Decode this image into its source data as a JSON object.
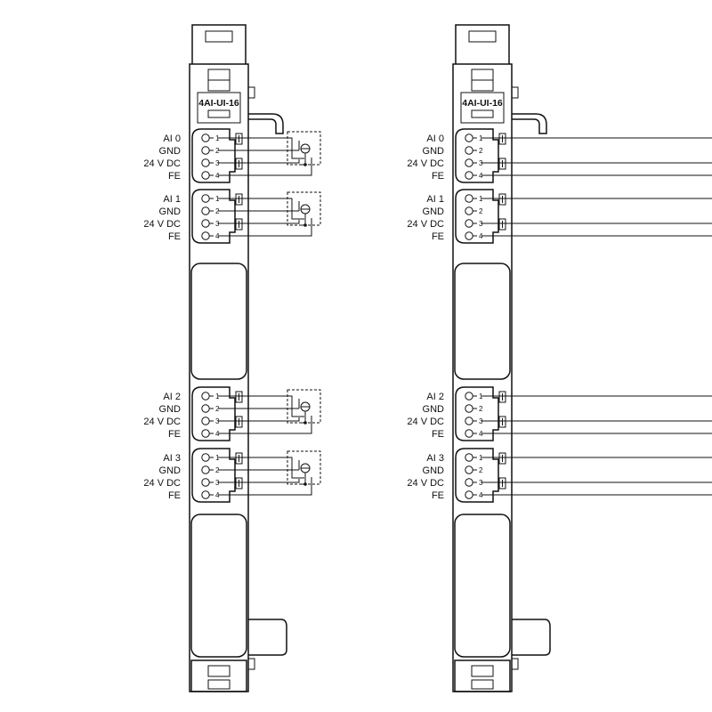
{
  "modules": [
    {
      "model": "4AI-UI-16",
      "variant": "voltage",
      "channels": [
        {
          "labels": [
            "AI 0",
            "GND",
            "24 V DC",
            "FE"
          ],
          "pins": [
            "1",
            "2",
            "3",
            "4"
          ]
        },
        {
          "labels": [
            "AI 1",
            "GND",
            "24 V DC",
            "FE"
          ],
          "pins": [
            "1",
            "2",
            "3",
            "4"
          ]
        },
        {
          "labels": [
            "AI 2",
            "GND",
            "24 V DC",
            "FE"
          ],
          "pins": [
            "1",
            "2",
            "3",
            "4"
          ]
        },
        {
          "labels": [
            "AI 3",
            "GND",
            "24 V DC",
            "FE"
          ],
          "pins": [
            "1",
            "2",
            "3",
            "4"
          ]
        }
      ]
    },
    {
      "model": "4AI-UI-16",
      "variant": "current",
      "channels": [
        {
          "labels": [
            "AI 0",
            "GND",
            "24 V DC",
            "FE"
          ],
          "pins": [
            "1",
            "2",
            "3",
            "4"
          ]
        },
        {
          "labels": [
            "AI 1",
            "GND",
            "24 V DC",
            "FE"
          ],
          "pins": [
            "1",
            "2",
            "3",
            "4"
          ]
        },
        {
          "labels": [
            "AI 2",
            "GND",
            "24 V DC",
            "FE"
          ],
          "pins": [
            "1",
            "2",
            "3",
            "4"
          ]
        },
        {
          "labels": [
            "AI 3",
            "GND",
            "24 V DC",
            "FE"
          ],
          "pins": [
            "1",
            "2",
            "3",
            "4"
          ]
        }
      ]
    }
  ]
}
